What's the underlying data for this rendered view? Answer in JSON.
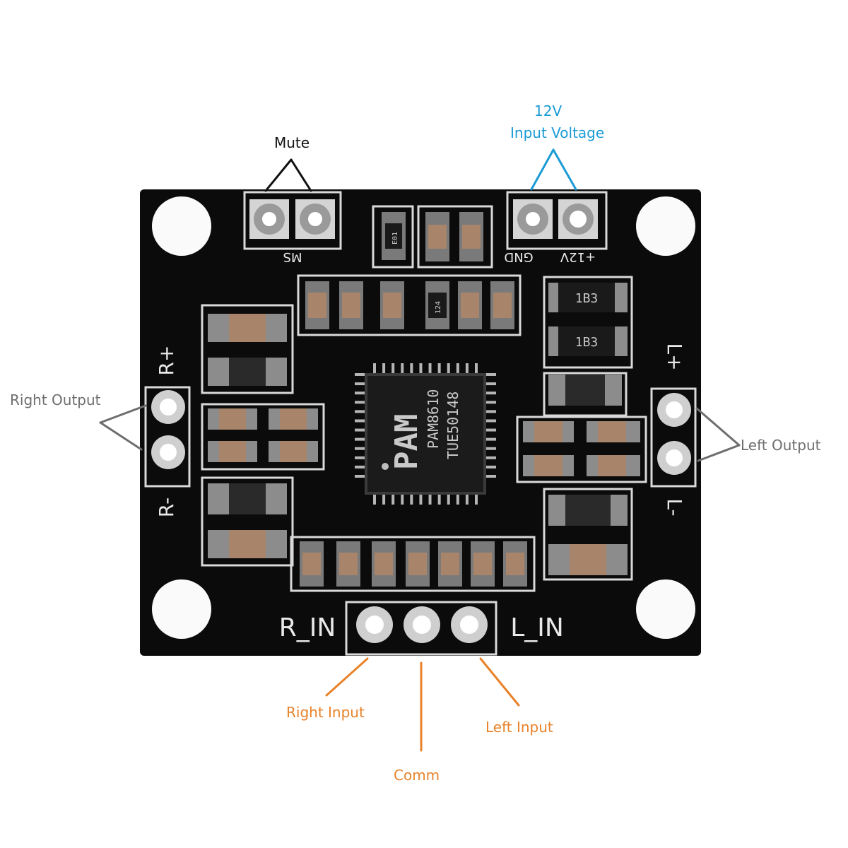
{
  "annotations": {
    "mute": "Mute",
    "power_line1": "12V",
    "power_line2": "Input Voltage",
    "right_output": "Right Output",
    "left_output": "Left Output",
    "right_input": "Right Input",
    "comm": "Comm",
    "left_input": "Left Input"
  },
  "silkscreen": {
    "mute_pins": "MS",
    "gnd": "GND",
    "v12": "+12V",
    "r_plus": "R+",
    "r_minus": "R-",
    "l_plus": "L+",
    "l_minus": "L-",
    "r_in": "R_IN",
    "l_in": "L_IN"
  },
  "chip": {
    "brand": "PAM",
    "model": "PAM8610",
    "code": "TUE50148"
  },
  "component_marks": {
    "diode": "1B3",
    "resistor_a": "E01",
    "resistor_b": "124"
  },
  "colors": {
    "board": "#0b0b0b",
    "silkscreen": "#e9e9e9",
    "mute_annotation": "#111111",
    "power_annotation": "#1a9bd6",
    "output_annotation": "#6e6e6e",
    "input_annotation": "#e8822a"
  }
}
